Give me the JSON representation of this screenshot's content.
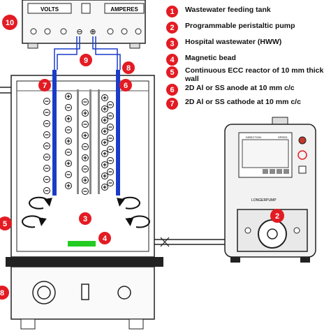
{
  "legend": [
    {
      "num": "1",
      "text": "Wastewater feeding tank"
    },
    {
      "num": "2",
      "text": "Programmable peristaltic pump"
    },
    {
      "num": "3",
      "text": "Hospital wastewater (HWW)"
    },
    {
      "num": "4",
      "text": "Magnetic bead"
    },
    {
      "num": "5",
      "text": "Continuous ECC reactor of 10 mm thick wall"
    },
    {
      "num": "6",
      "text": "2D Al or SS anode at 10 mm c/c"
    },
    {
      "num": "7",
      "text": "2D Al or SS cathode at 10 mm c/c"
    }
  ],
  "power_supply": {
    "volts_label": "VOLTS",
    "amperes_label": "AMPERES",
    "minus": "⊖",
    "plus": "⊕"
  },
  "markers": {
    "m10": "10",
    "m9": "9",
    "m8": "8",
    "m7": "7",
    "m6": "6",
    "m5": "5",
    "m3": "3",
    "m4": "4",
    "m2": "2",
    "m_stirrer": "8"
  },
  "pump": {
    "screen_left": "DIRECTION",
    "screen_right": "SPEED",
    "brand": "LONGERPUMP"
  },
  "colors": {
    "badge": "#e31b23",
    "electrode": "#1a3cc8",
    "wire": "#1a3cc8",
    "bead": "#22cc22"
  }
}
